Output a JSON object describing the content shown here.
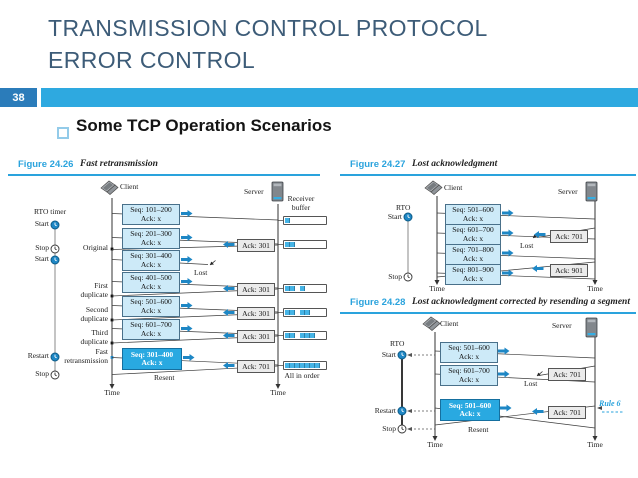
{
  "slide": {
    "title_line1": "TRANSMISSION CONTROL PROTOCOL",
    "title_line2": "ERROR CONTROL",
    "page_number": "38",
    "bullet": "Some TCP Operation Scenarios"
  },
  "colors": {
    "accent_blue": "#2ea9e0",
    "page_box_blue": "#2b7cba",
    "title_blue_gray": "#3d5c78",
    "caption_blue": "#2aa3dd",
    "segment_fill": "#cdeaf8",
    "resent_fill": "#29a9e1",
    "ack_fill": "#ebebeb",
    "arrow_blue": "#1e87c5",
    "buffer_cell_blue": "#45b4e6"
  },
  "fig26": {
    "caption_label": "Figure 24.26",
    "caption_text": "Fast retransmission",
    "client": "Client",
    "server": "Server",
    "receiver_buffer_line1": "Receiver",
    "receiver_buffer_line2": "buffer",
    "rto_timer": "RTO timer",
    "marks": {
      "start1": "Start",
      "stop1": "Stop",
      "start2": "Start",
      "restart": "Restart",
      "stop2": "Stop"
    },
    "rows": {
      "original": "Original",
      "first1": "First",
      "first2": "duplicate",
      "second1": "Second",
      "second2": "duplicate",
      "third1": "Third",
      "third2": "duplicate",
      "fast1": "Fast",
      "fast2": "retransmission"
    },
    "segments": [
      {
        "seq": "Seq: 101–200",
        "ack": "Ack: x",
        "resent": false
      },
      {
        "seq": "Seq: 201–300",
        "ack": "Ack: x",
        "resent": false
      },
      {
        "seq": "Seq: 301–400",
        "ack": "Ack: x",
        "resent": false
      },
      {
        "seq": "Seq: 401–500",
        "ack": "Ack: x",
        "resent": false
      },
      {
        "seq": "Seq: 501–600",
        "ack": "Ack: x",
        "resent": false
      },
      {
        "seq": "Seq: 601–700",
        "ack": "Ack: x",
        "resent": false
      },
      {
        "seq": "Seq: 301–400",
        "ack": "Ack: x",
        "resent": true
      }
    ],
    "acks": [
      "Ack: 301",
      "Ack: 301",
      "Ack: 301",
      "Ack: 301",
      "Ack: 701"
    ],
    "buffers": [
      [
        1
      ],
      [
        1,
        1
      ],
      [
        1,
        1,
        0,
        1
      ],
      [
        1,
        1,
        0,
        1,
        1
      ],
      [
        1,
        1,
        0,
        1,
        1,
        1
      ],
      [
        1,
        1,
        1,
        1,
        1,
        1,
        1
      ]
    ],
    "lost": "Lost",
    "resent": "Resent",
    "all_in_order": "All in order",
    "time_client": "Time",
    "time_server": "Time"
  },
  "fig27": {
    "caption_label": "Figure 24.27",
    "caption_text": "Lost acknowledgment",
    "client": "Client",
    "server": "Server",
    "rto": "RTO",
    "marks": {
      "start": "Start",
      "stop": "Stop"
    },
    "segments": [
      {
        "seq": "Seq: 501–600",
        "ack": "Ack: x"
      },
      {
        "seq": "Seq: 601–700",
        "ack": "Ack: x"
      },
      {
        "seq": "Seq: 701–800",
        "ack": "Ack: x"
      },
      {
        "seq": "Seq: 801–900",
        "ack": "Ack: x"
      }
    ],
    "ack_lost": "Ack: 701",
    "ack_ok": "Ack: 901",
    "lost": "Lost",
    "time_client": "Time",
    "time_server": "Time"
  },
  "fig28": {
    "caption_label": "Figure 24.28",
    "caption_text": "Lost acknowledgment corrected by resending a segment",
    "client": "Client",
    "server": "Server",
    "rto": "RTO",
    "marks": {
      "start": "Start",
      "restart": "Restart",
      "stop": "Stop"
    },
    "segments": [
      {
        "seq": "Seq: 501–600",
        "ack": "Ack: x",
        "resent": false
      },
      {
        "seq": "Seq: 601–700",
        "ack": "Ack: x",
        "resent": false
      },
      {
        "seq": "Seq: 501–600",
        "ack": "Ack: x",
        "resent": true
      }
    ],
    "ack_lost": "Ack: 701",
    "ack_ok": "Ack: 701",
    "lost": "Lost",
    "resent": "Resent",
    "rule": "Rule 6",
    "time_client": "Time",
    "time_server": "Time"
  }
}
